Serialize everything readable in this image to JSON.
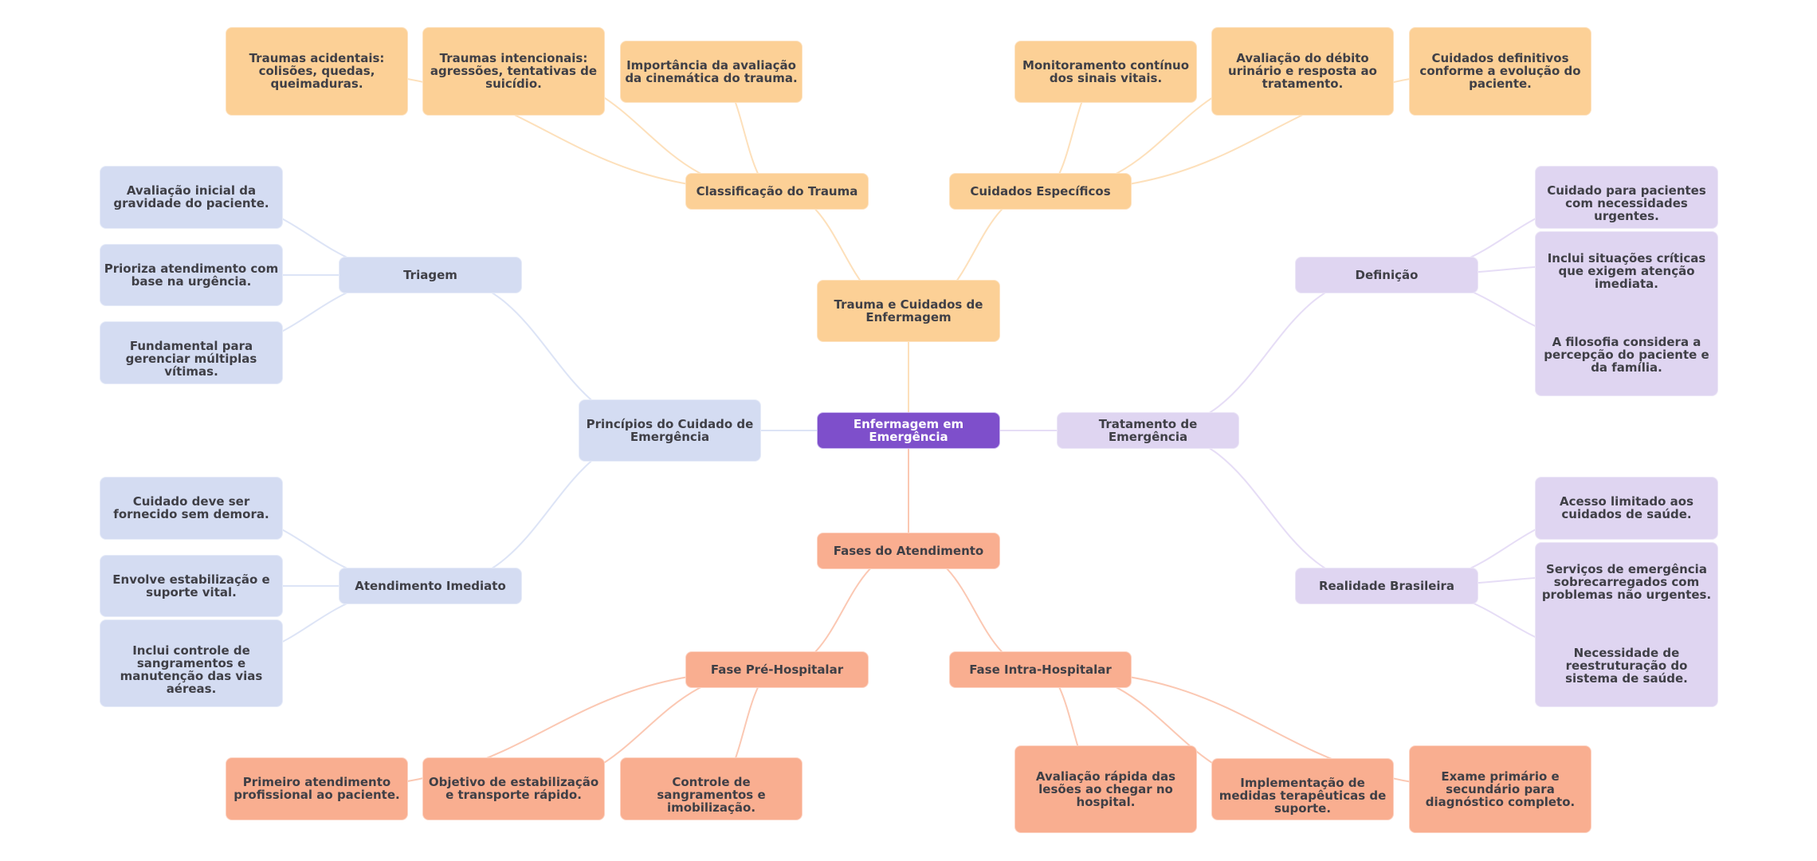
{
  "colors": {
    "root": "#7e4fcb",
    "trauma_branch": "#fcd096",
    "phases_branch": "#f9ae90",
    "principles_branch": "#d4dcf2",
    "treatment_branch": "#dfd5f1",
    "text": "#3f3f46",
    "link_trauma": "#fde0bb",
    "link_phases": "#fbc8b3",
    "link_principles": "#dde4f6",
    "link_treatment": "#e6ddf6"
  },
  "root": {
    "label": "Enfermagem em Emergência"
  },
  "branches": {
    "trauma": {
      "label": "Trauma e Cuidados de Enfermagem",
      "classification": {
        "label": "Classificação do Trauma",
        "children": [
          "Traumas acidentais: colisões, quedas, queimaduras.",
          "Traumas intencionais: agressões, tentativas de suicídio.",
          "Importância da avaliação da cinemática do trauma."
        ]
      },
      "specific_care": {
        "label": "Cuidados Específicos",
        "children": [
          "Monitoramento contínuo dos sinais vitais.",
          "Avaliação do débito urinário e resposta ao tratamento.",
          "Cuidados definitivos conforme a evolução do paciente."
        ]
      }
    },
    "phases": {
      "label": "Fases do Atendimento",
      "pre_hospital": {
        "label": "Fase Pré-Hospitalar",
        "children": [
          "Primeiro atendimento profissional ao paciente.",
          "Objetivo de estabilização e transporte rápido.",
          "Controle de sangramentos e imobilização."
        ]
      },
      "intra_hospital": {
        "label": "Fase Intra-Hospitalar",
        "children": [
          "Avaliação rápida das lesões ao chegar no hospital.",
          "Implementação de medidas terapêuticas de suporte.",
          "Exame primário e secundário para diagnóstico completo."
        ]
      }
    },
    "principles": {
      "label": "Princípios do Cuidado de Emergência",
      "triage": {
        "label": "Triagem",
        "children": [
          "Avaliação inicial da gravidade do paciente.",
          "Prioriza atendimento com base na urgência.",
          "Fundamental para gerenciar múltiplas vítimas."
        ]
      },
      "immediate_care": {
        "label": "Atendimento Imediato",
        "children": [
          "Cuidado deve ser fornecido sem demora.",
          "Envolve estabilização e suporte vital.",
          "Inclui controle de sangramentos e manutenção das vias aéreas."
        ]
      }
    },
    "treatment": {
      "label": "Tratamento de Emergência",
      "definition": {
        "label": "Definição",
        "children": [
          "Cuidado para pacientes com necessidades urgentes.",
          "Inclui situações críticas que exigem atenção imediata.",
          "A filosofia considera a percepção do paciente e da família."
        ]
      },
      "brazil_reality": {
        "label": "Realidade Brasileira",
        "children": [
          "Acesso limitado aos cuidados de saúde.",
          "Serviços de emergência sobrecarregados com problemas não urgentes.",
          "Necessidade de reestruturação do sistema de saúde."
        ]
      }
    }
  }
}
